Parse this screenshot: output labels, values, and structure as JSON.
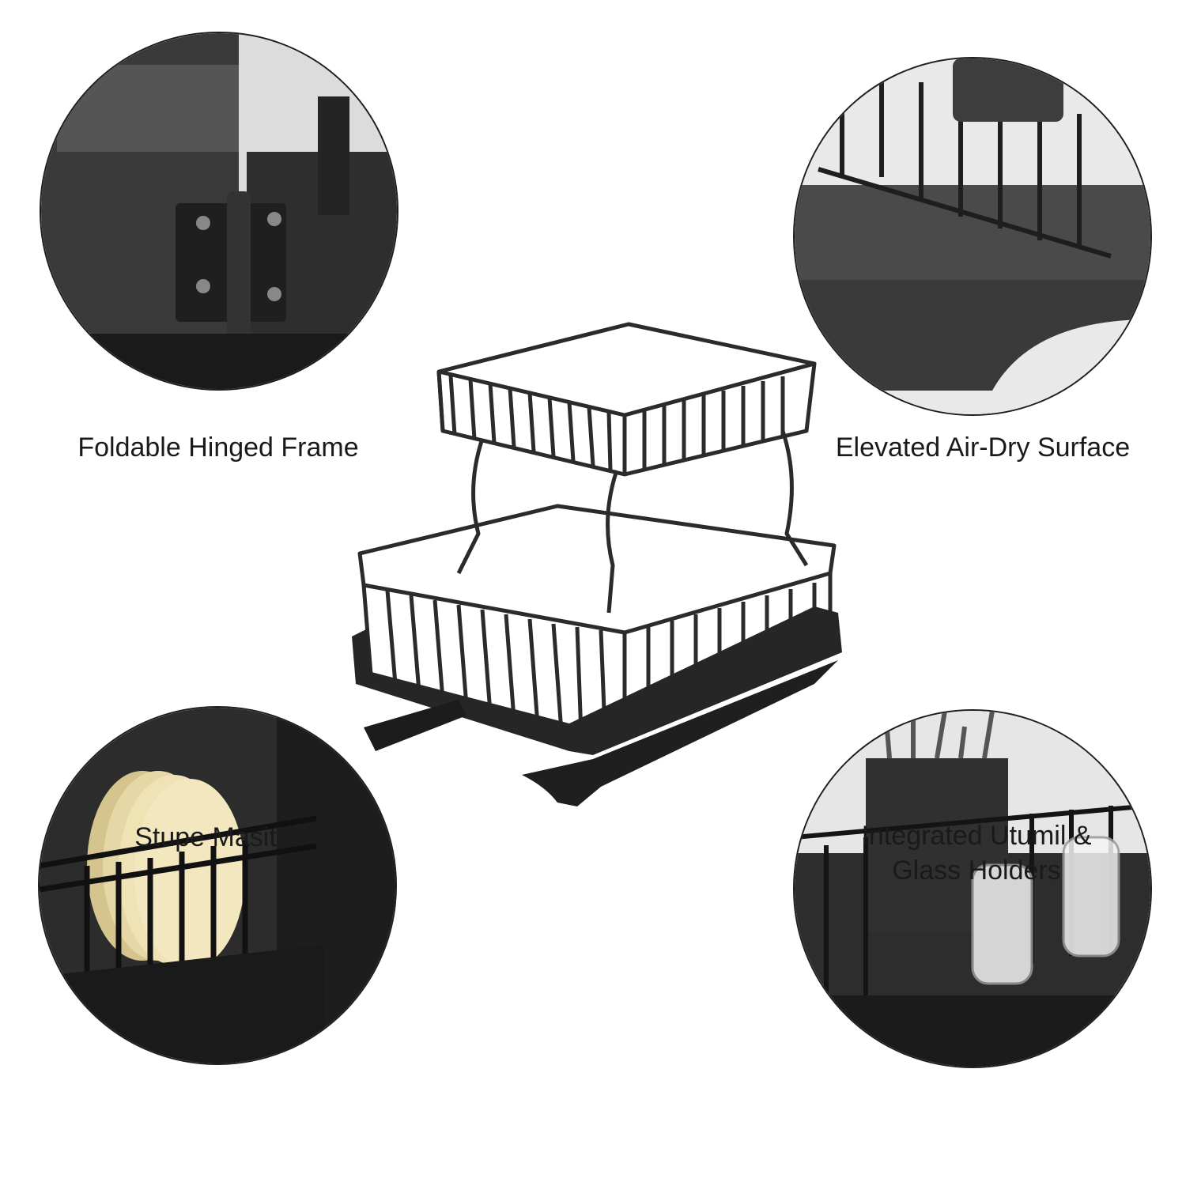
{
  "features": {
    "top_left": {
      "caption": "Foldable Hinged Frame",
      "icon": "hinge"
    },
    "top_right": {
      "caption": "Elevated Air-Dry Surface",
      "icon": "elevated-tray"
    },
    "bottom_left": {
      "caption": "Stupe Masit",
      "icon": "plate-rack"
    },
    "bottom_right": {
      "caption_line1": "Integrated Utumil &",
      "caption_line2": "Glass Holders",
      "icon": "utensil-cup-holder"
    }
  },
  "colors": {
    "product": "#2b2b2b",
    "background": "#ffffff",
    "plate": "#efe2b5"
  }
}
